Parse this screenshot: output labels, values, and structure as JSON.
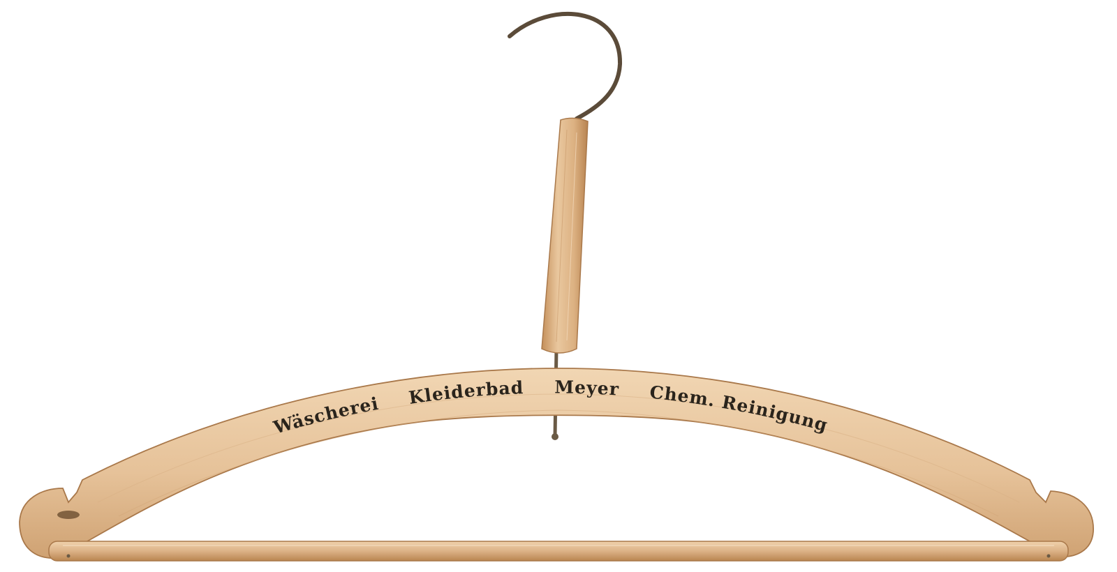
{
  "image": {
    "subject": "wooden-coat-hanger",
    "background_color": "#ffffff",
    "colors": {
      "wood_light": "#efd2ae",
      "wood_mid": "#ddb48a",
      "wood_dark": "#c0915f",
      "wood_edge": "#a9784a",
      "metal_hook": "#5a4a38",
      "imprint_ink": "#2a241c"
    }
  },
  "imprint": {
    "words": [
      "Wäscherei",
      "Kleiderbad",
      "Meyer",
      "Chem. Reinigung"
    ]
  }
}
